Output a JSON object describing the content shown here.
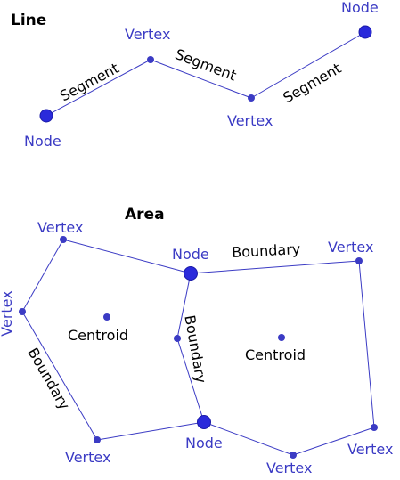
{
  "line_section": {
    "title": "Line",
    "labels": {
      "node_left": "Node",
      "vertex_1": "Vertex",
      "vertex_2": "Vertex",
      "node_right": "Node",
      "segment_1": "Segment",
      "segment_2": "Segment",
      "segment_3": "Segment"
    }
  },
  "area_section": {
    "title": "Area",
    "labels": {
      "vertex_top_left": "Vertex",
      "vertex_left": "Vertex",
      "vertex_bottom_left": "Vertex",
      "node_top": "Node",
      "node_bottom": "Node",
      "vertex_top_right": "Vertex",
      "vertex_right": "Vertex",
      "vertex_bottom": "Vertex",
      "boundary_left": "Boundary",
      "boundary_middle": "Boundary",
      "boundary_top": "Boundary",
      "centroid_left": "Centroid",
      "centroid_right": "Centroid"
    }
  },
  "colors": {
    "feature_blue": "#3b3bc4",
    "node_fill": "#2a2adb",
    "text_black": "#000000"
  }
}
